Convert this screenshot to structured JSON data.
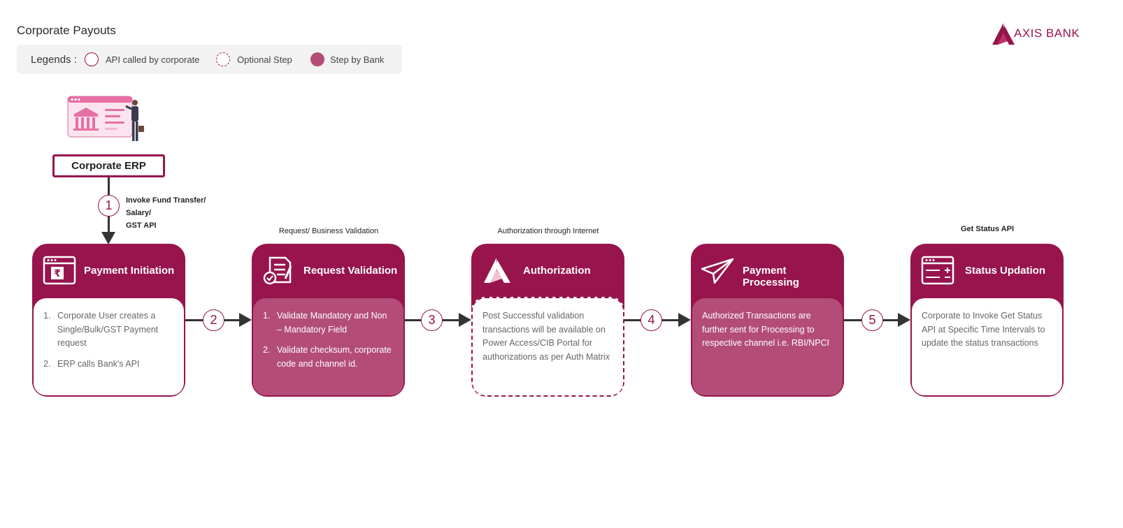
{
  "page": {
    "title": "Corporate Payouts"
  },
  "legend": {
    "title": "Legends :",
    "items": [
      {
        "label": "API called by corporate"
      },
      {
        "label": "Optional Step"
      },
      {
        "label": "Step by Bank"
      }
    ]
  },
  "logo": {
    "text": "AXIS BANK",
    "color": "#97144d"
  },
  "erp": {
    "label": "Corporate ERP",
    "step_number": "1",
    "note_lines": [
      "Invoke Fund Transfer/",
      "Salary/",
      "GST API"
    ]
  },
  "stages": [
    {
      "title": "Payment Initiation",
      "icon": "rupee-window-icon",
      "caption": "",
      "body_items": [
        {
          "index": "1.",
          "text": "Corporate User creates a Single/Bulk/GST Payment request"
        },
        {
          "index": "2.",
          "text": "ERP calls Bank's API"
        }
      ]
    },
    {
      "title": "Request Validation",
      "icon": "checklist-icon",
      "caption": "Request/ Business Validation",
      "body_items": [
        {
          "index": "1.",
          "text": "Validate Mandatory and Non – Mandatory Field"
        },
        {
          "index": "2.",
          "text": "Validate checksum, corporate code and channel id."
        }
      ]
    },
    {
      "title": "Authorization",
      "icon": "axis-logo-icon",
      "caption": "Authorization through Internet",
      "body_text": "Post Successful validation transactions will be available on Power Access/CIB Portal for authorizations as per Auth Matrix"
    },
    {
      "title": "Payment Processing",
      "icon": "paper-plane-icon",
      "caption": "",
      "body_text": "Authorized Transactions are further sent for Processing to respective channel i.e. RBI/NPCI"
    },
    {
      "title": "Status Updation",
      "icon": "calculator-window-icon",
      "caption": "Get Status API",
      "body_text": "Corporate to Invoke Get Status API at Specific Time Intervals to update the status transactions"
    }
  ],
  "connectors": [
    "2",
    "3",
    "4",
    "5"
  ]
}
